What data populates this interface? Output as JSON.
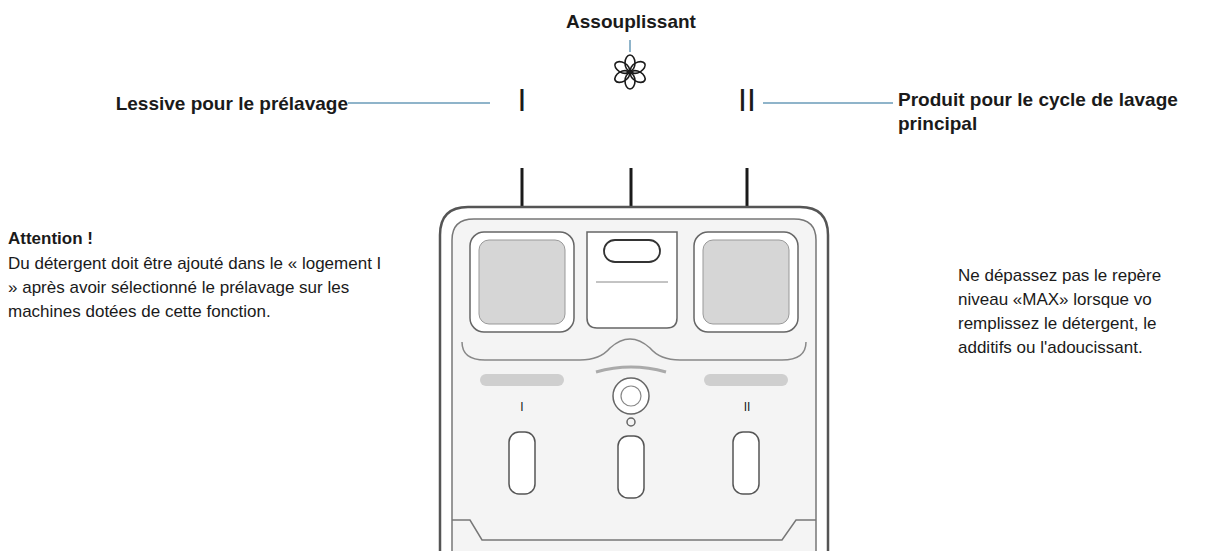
{
  "diagram": {
    "labels": [
      "Assouplissant",
      "Lessive pour le prélavage",
      "I",
      "II",
      "Produit pour le cycle de lavage principal",
      "Attention !",
      "Du détergent doit être ajouté dans le « logement I » après avoir sélectionné le prélavage sur les machines dotées de cette fonction.",
      "Ne dépassez pas le repère niveau «MAX» lorsque vo remplissez le détergent, le additifs ou l'adoucissant.",
      "I",
      "II"
    ]
  }
}
